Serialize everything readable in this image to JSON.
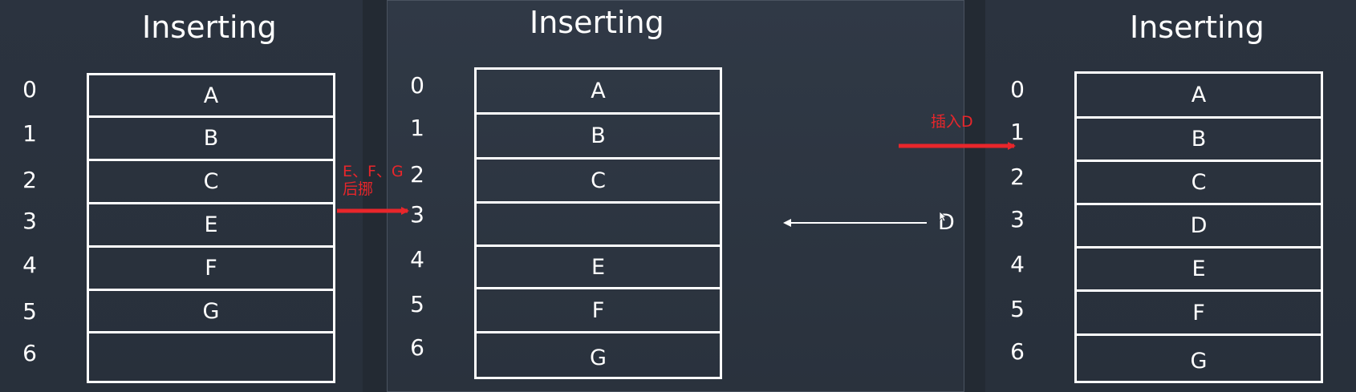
{
  "panels": [
    {
      "title": "Inserting",
      "indices": [
        "0",
        "1",
        "2",
        "3",
        "4",
        "5",
        "6"
      ],
      "cells": [
        "A",
        "B",
        "C",
        "E",
        "F",
        "G",
        ""
      ]
    },
    {
      "title": "Inserting",
      "indices": [
        "0",
        "1",
        "2",
        "3",
        "4",
        "5",
        "6"
      ],
      "cells": [
        "A",
        "B",
        "C",
        "",
        "E",
        "F",
        "G"
      ]
    },
    {
      "title": "Inserting",
      "indices": [
        "0",
        "1",
        "2",
        "3",
        "4",
        "5",
        "6"
      ],
      "cells": [
        "A",
        "B",
        "C",
        "D",
        "E",
        "F",
        "G"
      ]
    }
  ],
  "annotations": {
    "shift_label_line1": "E、F、G",
    "shift_label_line2": "后挪",
    "incoming_value": "D",
    "insert_label": "插入D"
  },
  "colors": {
    "background": "#2c3440",
    "annotation": "#e8262b",
    "foreground": "#ffffff"
  }
}
